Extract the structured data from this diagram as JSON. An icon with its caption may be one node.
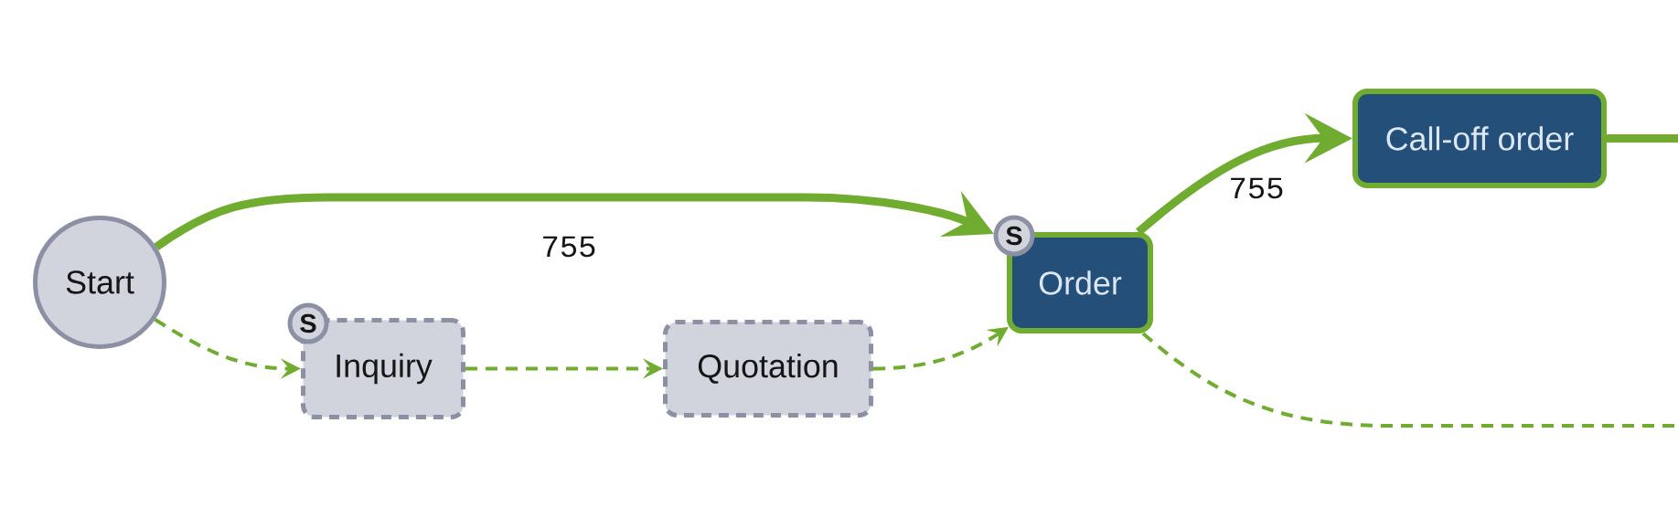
{
  "diagram": {
    "nodes": [
      {
        "text": [
          "Start"
        ]
      },
      {
        "text": [
          "Inquiry"
        ]
      },
      {
        "text": [
          "Quotation"
        ]
      },
      {
        "text": [
          "Order"
        ]
      },
      {
        "text": [
          "Call-off order"
        ]
      }
    ],
    "edges": [
      {
        "from": 0,
        "to": 3,
        "arrow": "to",
        "label": "755",
        "style": "thick"
      },
      {
        "from": 3,
        "to": 4,
        "arrow": "to",
        "label": "755",
        "style": "thick"
      },
      {
        "from": 4,
        "to": null,
        "arrow": "none",
        "style": "thick"
      },
      {
        "from": 0,
        "to": 1,
        "arrow": "to",
        "style": "dashed"
      },
      {
        "from": 1,
        "to": 2,
        "arrow": "to",
        "style": "dashed"
      },
      {
        "from": 2,
        "to": 3,
        "arrow": "to",
        "style": "dashed"
      },
      {
        "from": 3,
        "to": null,
        "arrow": "none",
        "style": "dashed"
      }
    ],
    "labels": [
      "S",
      "S"
    ]
  }
}
